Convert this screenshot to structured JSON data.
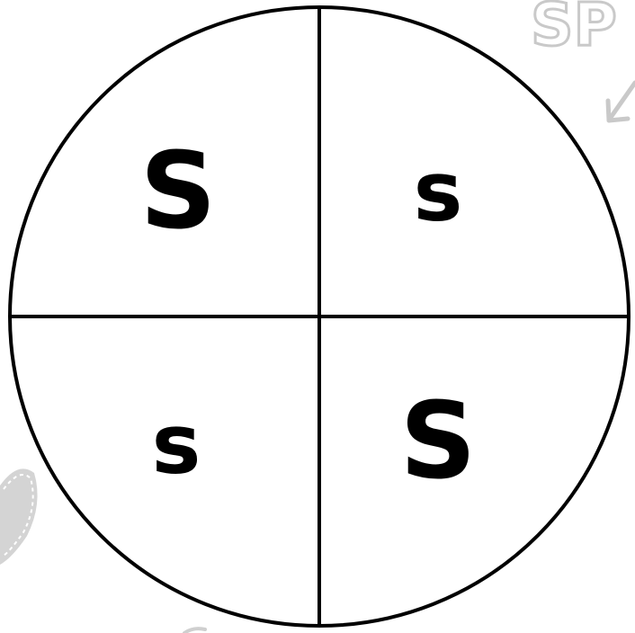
{
  "corner_word": "SP",
  "quadrants": {
    "top_left": "S",
    "top_right": "s",
    "bottom_left": "s",
    "bottom_right": "S"
  },
  "colors": {
    "ink": "#000000",
    "background": "#ffffff",
    "decor_gray": "#c9c9c9"
  }
}
